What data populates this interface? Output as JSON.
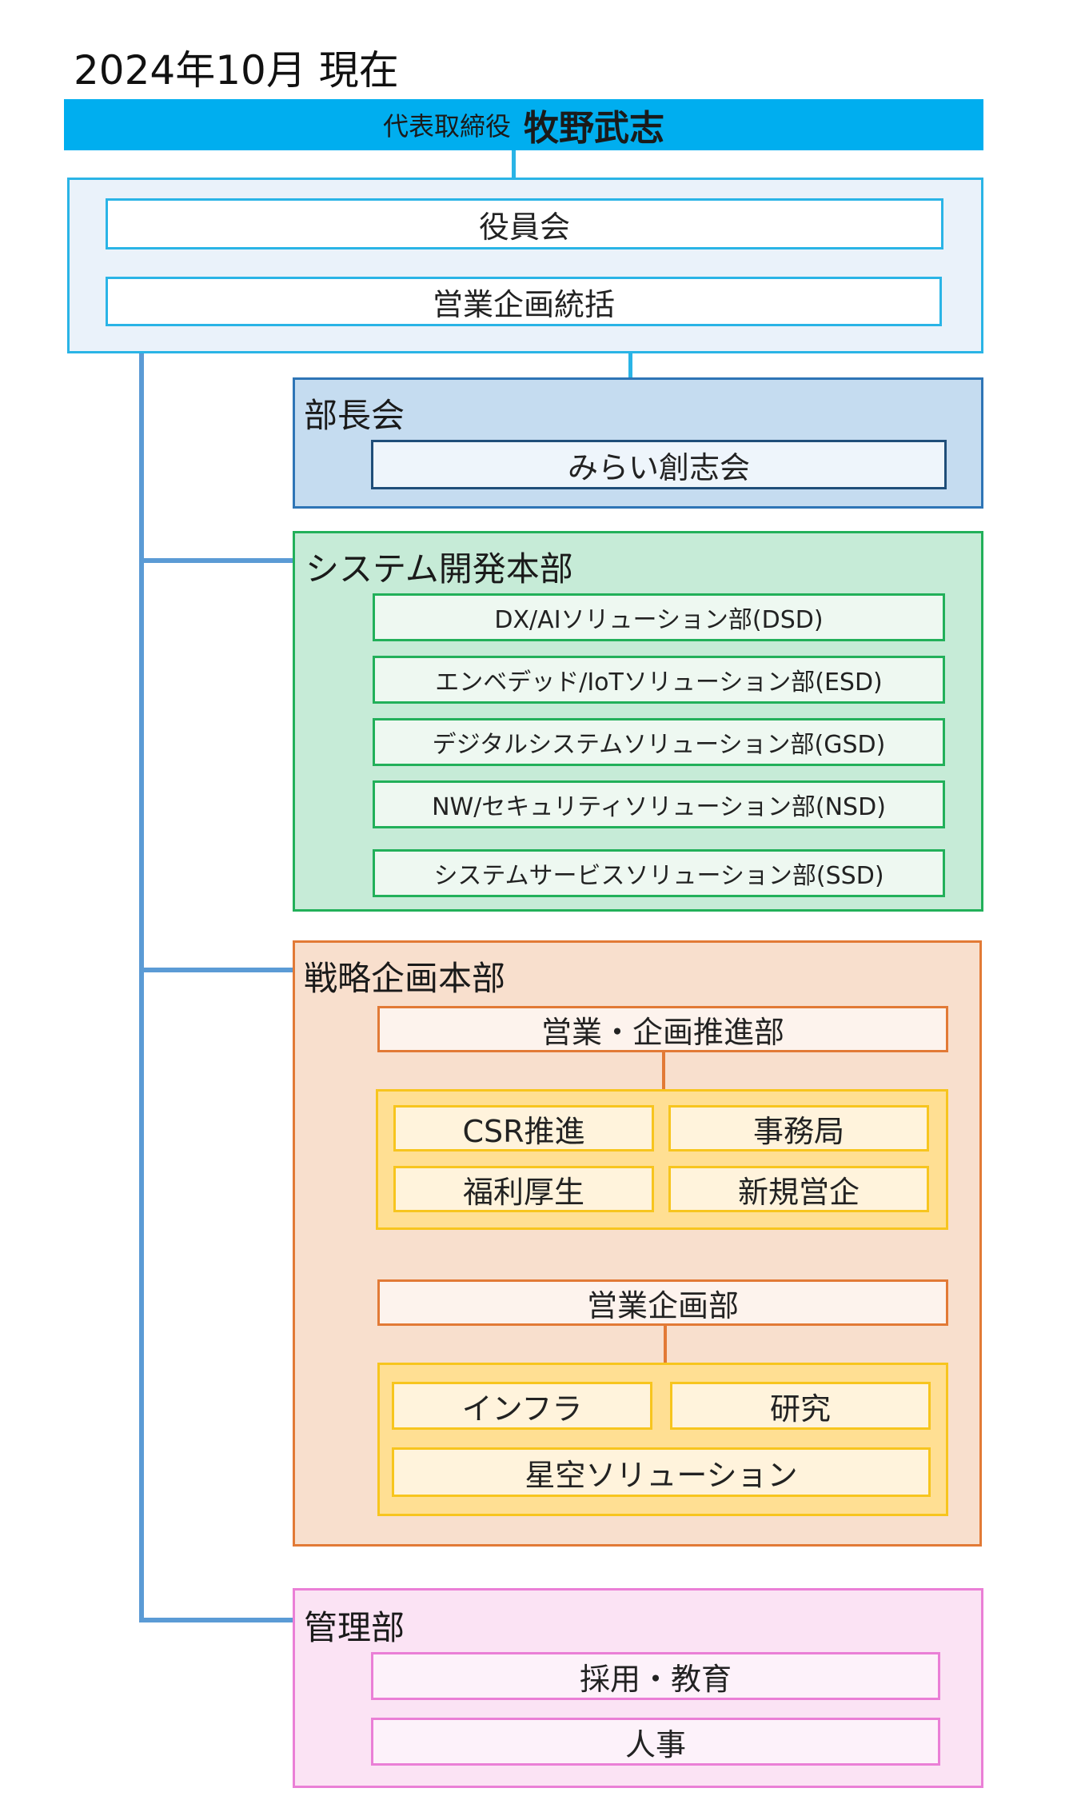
{
  "date_label": "2024年10月 現在",
  "ceo": {
    "role": "代表取締役",
    "name": "牧野武志"
  },
  "executive": {
    "board": "役員会",
    "sales_planning": "営業企画統括"
  },
  "bucho_kai": {
    "title": "部長会",
    "sub": "みらい創志会"
  },
  "system_division": {
    "title": "システム開発本部",
    "departments": [
      "DX/AIソリューション部(DSD)",
      "エンベデッド/IoTソリューション部(ESD)",
      "デジタルシステムソリューション部(GSD)",
      "NW/セキュリティソリューション部(NSD)",
      "システムサービスソリューション部(SSD)"
    ]
  },
  "strategy_division": {
    "title": "戦略企画本部",
    "group1": {
      "name": "営業・企画推進部",
      "teams": [
        "CSR推進",
        "事務局",
        "福利厚生",
        "新規営企"
      ]
    },
    "group2": {
      "name": "営業企画部",
      "teams": [
        "インフラ",
        "研究",
        "星空ソリューション"
      ]
    }
  },
  "admin_division": {
    "title": "管理部",
    "teams": [
      "採用・教育",
      "人事"
    ]
  },
  "colors": {
    "ceo": "#00aeef",
    "executive": "#2ab4e6",
    "bucho": "#2e75b6",
    "system": "#22b05a",
    "strategy": "#e27a36",
    "team": "#f7c51e",
    "admin": "#ea7fd6",
    "connector": "#5b9bd5"
  }
}
